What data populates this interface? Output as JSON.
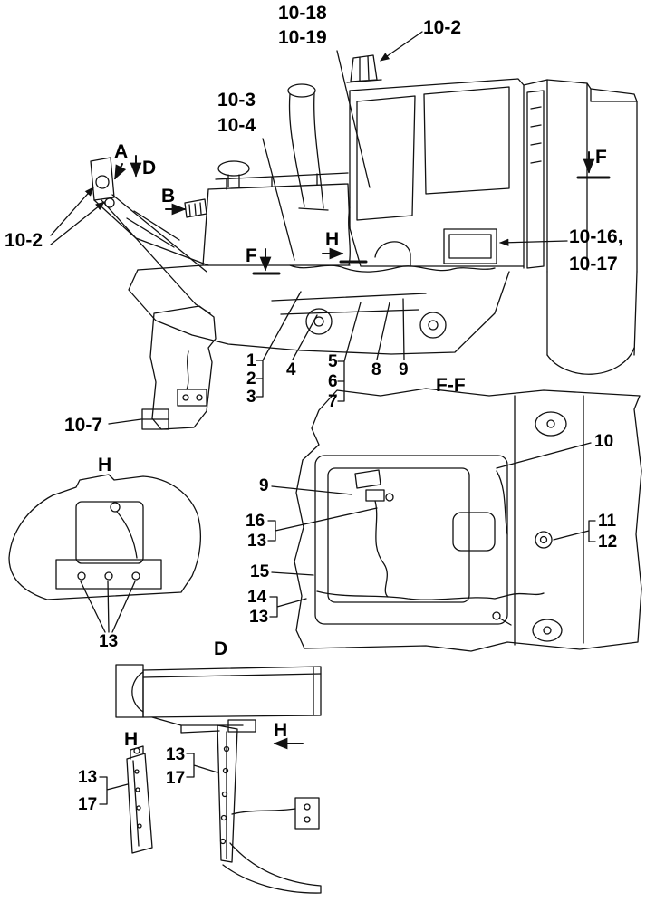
{
  "page": {
    "background": "#ffffff",
    "ink": "#111111"
  },
  "diagram": {
    "callouts": {
      "c10_18": "10-18",
      "c10_19": "10-19",
      "c10_2_top": "10-2",
      "c10_3": "10-3",
      "c10_4": "10-4",
      "view_a": "A",
      "view_d_marker": "D",
      "view_b": "B",
      "c10_2_left": "10-2",
      "section_f_mid": "F",
      "view_h_mid": "H",
      "section_f_right": "F",
      "c10_16": "10-16,",
      "c10_17": "10-17",
      "n1": "1",
      "n2": "2",
      "n3": "3",
      "n4": "4",
      "n5": "5",
      "n6": "6",
      "n7": "7",
      "n8": "8",
      "n9": "9",
      "c10_7": "10-7",
      "section_ff_title": "F-F",
      "view_h_upper_title": "H",
      "ff_n9": "9",
      "ff_n16": "16",
      "ff_n13a": "13",
      "ff_n15": "15",
      "ff_n14": "14",
      "ff_n13b": "13",
      "ff_n10": "10",
      "ff_n11": "11",
      "ff_n12": "12",
      "h_n13": "13",
      "view_d_title": "D",
      "inset_h_title": "H",
      "inset_n13": "13",
      "inset_n17": "17",
      "d_n13": "13",
      "d_n17": "17",
      "d_h_arrow": "H"
    }
  }
}
